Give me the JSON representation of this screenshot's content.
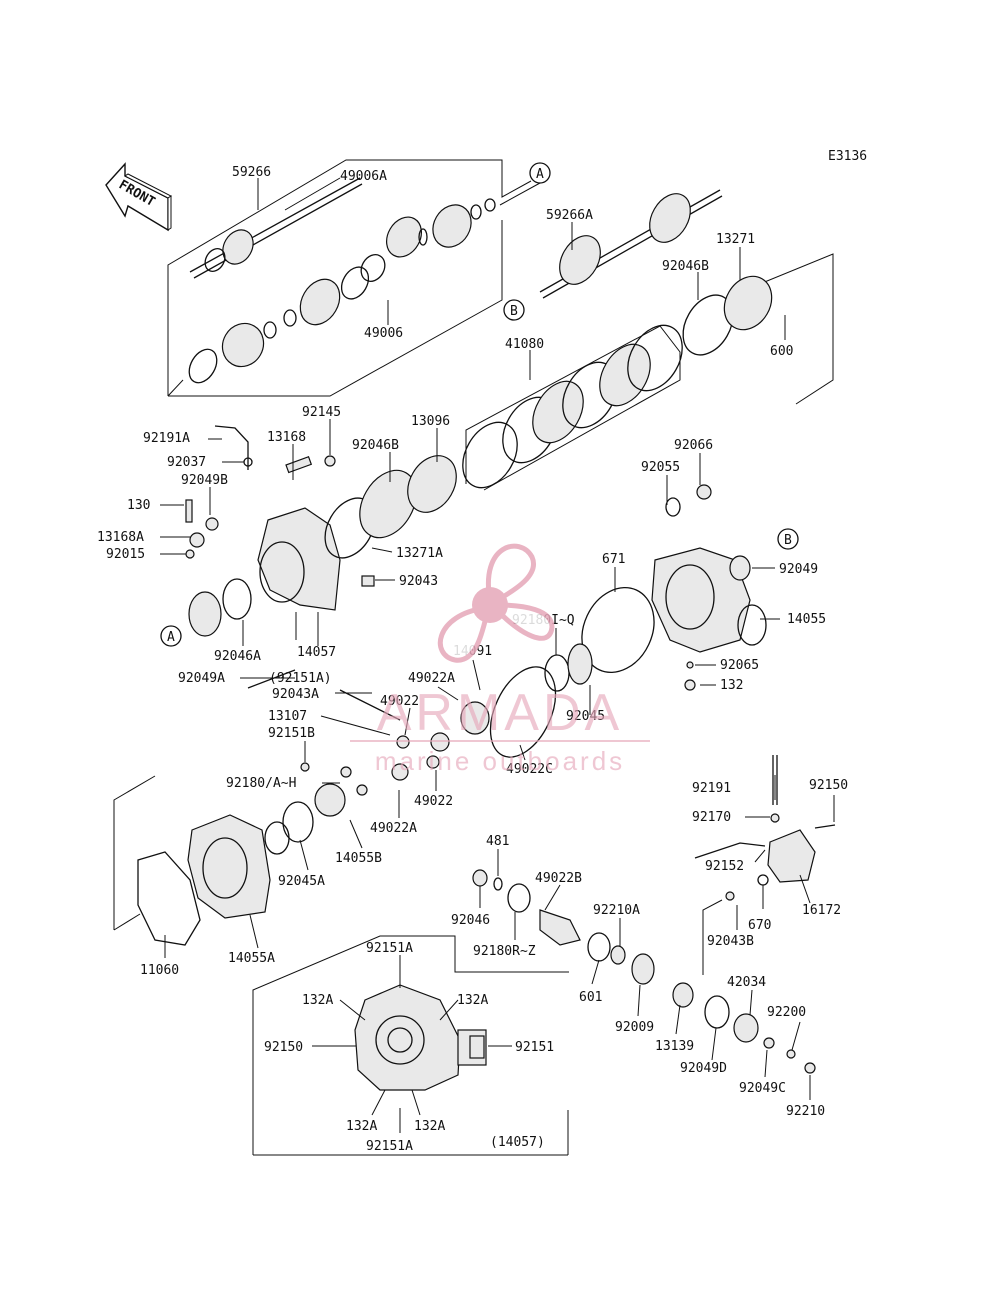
{
  "diagram_code": "E3136",
  "front_label": "FRONT",
  "ref_a": "A",
  "ref_b": "B",
  "inset_label": "(14057)",
  "watermark": {
    "name": "ARMADA",
    "tagline": "marine outboards",
    "color": "#e6a7b9"
  },
  "parts": {
    "p59266": "59266",
    "p49006A": "49006A",
    "p49006": "49006",
    "p59266A": "59266A",
    "p13271": "13271",
    "p92046B_top": "92046B",
    "p600": "600",
    "p41080": "41080",
    "p92145": "92145",
    "p13096": "13096",
    "p92191A": "92191A",
    "p13168": "13168",
    "p92046B_mid": "92046B",
    "p92037": "92037",
    "p92049B": "92049B",
    "p130": "130",
    "p13168A": "13168A",
    "p92015": "92015",
    "p13271A": "13271A",
    "p92043": "92043",
    "p92066": "92066",
    "p92055": "92055",
    "p671": "671",
    "p92049": "92049",
    "p14055": "14055",
    "p92046A": "92046A",
    "p14057": "14057",
    "p92049A": "92049A",
    "p92151A_paren": "(92151A)",
    "p92043A": "92043A",
    "p49022A_top": "49022A",
    "p14091": "14091",
    "p92180lq": "92180I~Q",
    "p92045": "92045",
    "p92065": "92065",
    "p132": "132",
    "p49022": "49022",
    "p13107": "13107",
    "p92151B": "92151B",
    "p49022C": "49022C",
    "p92180ah": "92180/A~H",
    "p49022_low": "49022",
    "p49022A_low": "49022A",
    "p14055B": "14055B",
    "p92045A": "92045A",
    "p92191": "92191",
    "p92150_right": "92150",
    "p92170": "92170",
    "p481": "481",
    "p49022B": "49022B",
    "p92152": "92152",
    "p670": "670",
    "p16172": "16172",
    "p92046": "92046",
    "p92210A": "92210A",
    "p92180rz": "92180R~Z",
    "p92043B": "92043B",
    "p11060": "11060",
    "p14055A": "14055A",
    "p92151A_top": "92151A",
    "p132A_tl": "132A",
    "p132A_tr": "132A",
    "p92150_left": "92150",
    "p92151": "92151",
    "p601": "601",
    "p92009": "92009",
    "p42034": "42034",
    "p13139": "13139",
    "p92200": "92200",
    "p92049D": "92049D",
    "p92049C": "92049C",
    "p92210": "92210",
    "p132A_bl": "132A",
    "p132A_br": "132A",
    "p92151A_bot": "92151A"
  }
}
